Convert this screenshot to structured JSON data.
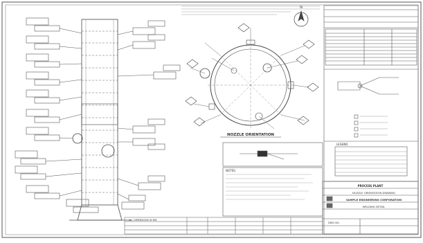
{
  "drawing": {
    "orientation_caption": "NOZZLE ORIENTATION",
    "notes_heading": "NOTES:",
    "legend_heading": "LEGEND",
    "north_mark": "N",
    "bottom_note": "ALL DIMENSIONS IN MM",
    "title_block": {
      "line1": "PROCESS PLANT",
      "line2": "NOZZLE ORIENTATION DRAWING",
      "line3": "SAMPLE ENGINEERING CORPORATION",
      "line4": "WELDING DETAIL",
      "drawing_no_label": "DWG NO."
    }
  }
}
